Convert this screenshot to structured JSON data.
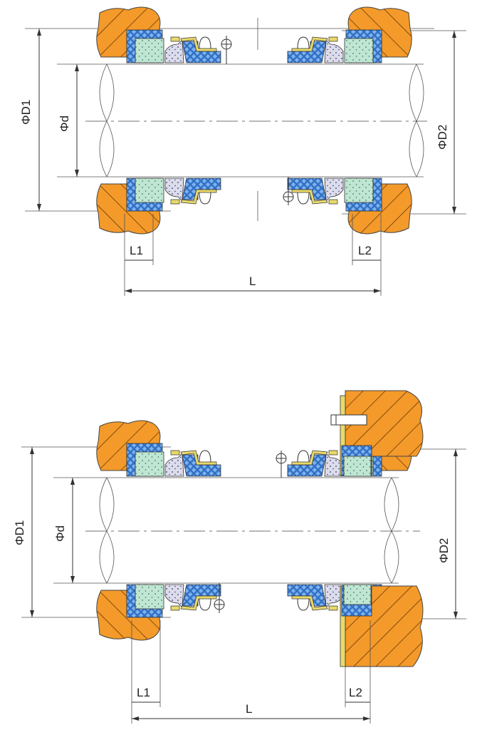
{
  "colors": {
    "housing": "#f39a2a",
    "elastomer": "#2f6fc4",
    "seat": "#bfe6d2",
    "face": "#d9d9e6",
    "metal": "#e8d96a"
  },
  "diagrams": [
    {
      "labels": {
        "D1": "ΦD1",
        "d": "Φd",
        "D2": "ΦD2",
        "L1": "L1",
        "L2": "L2",
        "L": "L"
      }
    },
    {
      "labels": {
        "D1": "ΦD1",
        "d": "Φd",
        "D2": "ΦD2",
        "L1": "L1",
        "L2": "L2",
        "L": "L"
      }
    }
  ]
}
